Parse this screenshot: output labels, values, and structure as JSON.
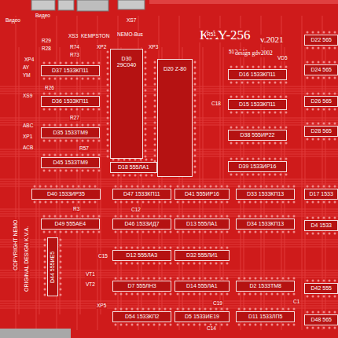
{
  "diagram": {
    "title": "KAY-256",
    "nodes": [
      {
        "text": [
          "D30 29C040"
        ]
      },
      {
        "text": [
          "D20 Z-80"
        ]
      },
      {
        "text": [
          "D37 1533КП11"
        ]
      },
      {
        "text": [
          "D36 1533КП11"
        ]
      },
      {
        "text": [
          "D35 1533ТМ9"
        ]
      },
      {
        "text": [
          "D45 1533ТМ9"
        ]
      },
      {
        "text": [
          "D18 555ЛА1"
        ]
      },
      {
        "text": [
          "D16 1533КП11"
        ]
      },
      {
        "text": [
          "D15 1533КП11"
        ]
      },
      {
        "text": [
          "D38 555ИР22"
        ]
      },
      {
        "text": [
          "D39 1533ИР16"
        ]
      },
      {
        "text": [
          "D40 1533ИР35"
        ]
      },
      {
        "text": [
          "D47 1533КП11"
        ]
      },
      {
        "text": [
          "D41 555ИР16"
        ]
      },
      {
        "text": [
          "D33 1533КП13"
        ]
      },
      {
        "text": [
          "D49 555АЕ4"
        ]
      },
      {
        "text": [
          "D46 1533ИД7"
        ]
      },
      {
        "text": [
          "D13 555ЛА1"
        ]
      },
      {
        "text": [
          "D34 1533КП13"
        ]
      },
      {
        "text": [
          "D12 555ЛА3"
        ]
      },
      {
        "text": [
          "D32 555ЛИ1"
        ]
      },
      {
        "text": [
          "D7 555ЛН3"
        ]
      },
      {
        "text": [
          "D14 555ЛА1"
        ]
      },
      {
        "text": [
          "D2 1533ТМ8"
        ]
      },
      {
        "text": [
          "D54 1533КП2"
        ]
      },
      {
        "text": [
          "D5 1533ИЕ19"
        ]
      },
      {
        "text": [
          "D11 1533ЛП5"
        ]
      },
      {
        "text": [
          "D44 555ИЕ5"
        ]
      },
      {
        "text": [
          "D22 565"
        ]
      },
      {
        "text": [
          "D24 565"
        ]
      },
      {
        "text": [
          "D26 565"
        ]
      },
      {
        "text": [
          "D28 565"
        ]
      },
      {
        "text": [
          "D17 1533"
        ]
      },
      {
        "text": [
          "D4 1533"
        ]
      },
      {
        "text": [
          "D42 555"
        ]
      },
      {
        "text": [
          "D48 565"
        ]
      }
    ],
    "labels": [
      "Видео",
      "Видео",
      "XS3",
      "KEMPSTON",
      "XS7",
      "NEMO-Bus",
      "XP2",
      "XP3",
      "R29",
      "R28",
      "R74",
      "R73",
      "R26",
      "XP4",
      "AY",
      "YM",
      "XS9",
      "ABC",
      "XP1",
      "ACB",
      "R27",
      "R57",
      "R3",
      "C15",
      "C12",
      "C18",
      "C19",
      "C14",
      "C1",
      "VT1",
      "VT2",
      "VD5",
      "R51",
      "XP5",
      "512-040",
      "COPYRIGHT NEMO",
      "ORIGINAL DESIGN K.V.A.",
      "v.2021",
      "design gdv2002"
    ]
  }
}
